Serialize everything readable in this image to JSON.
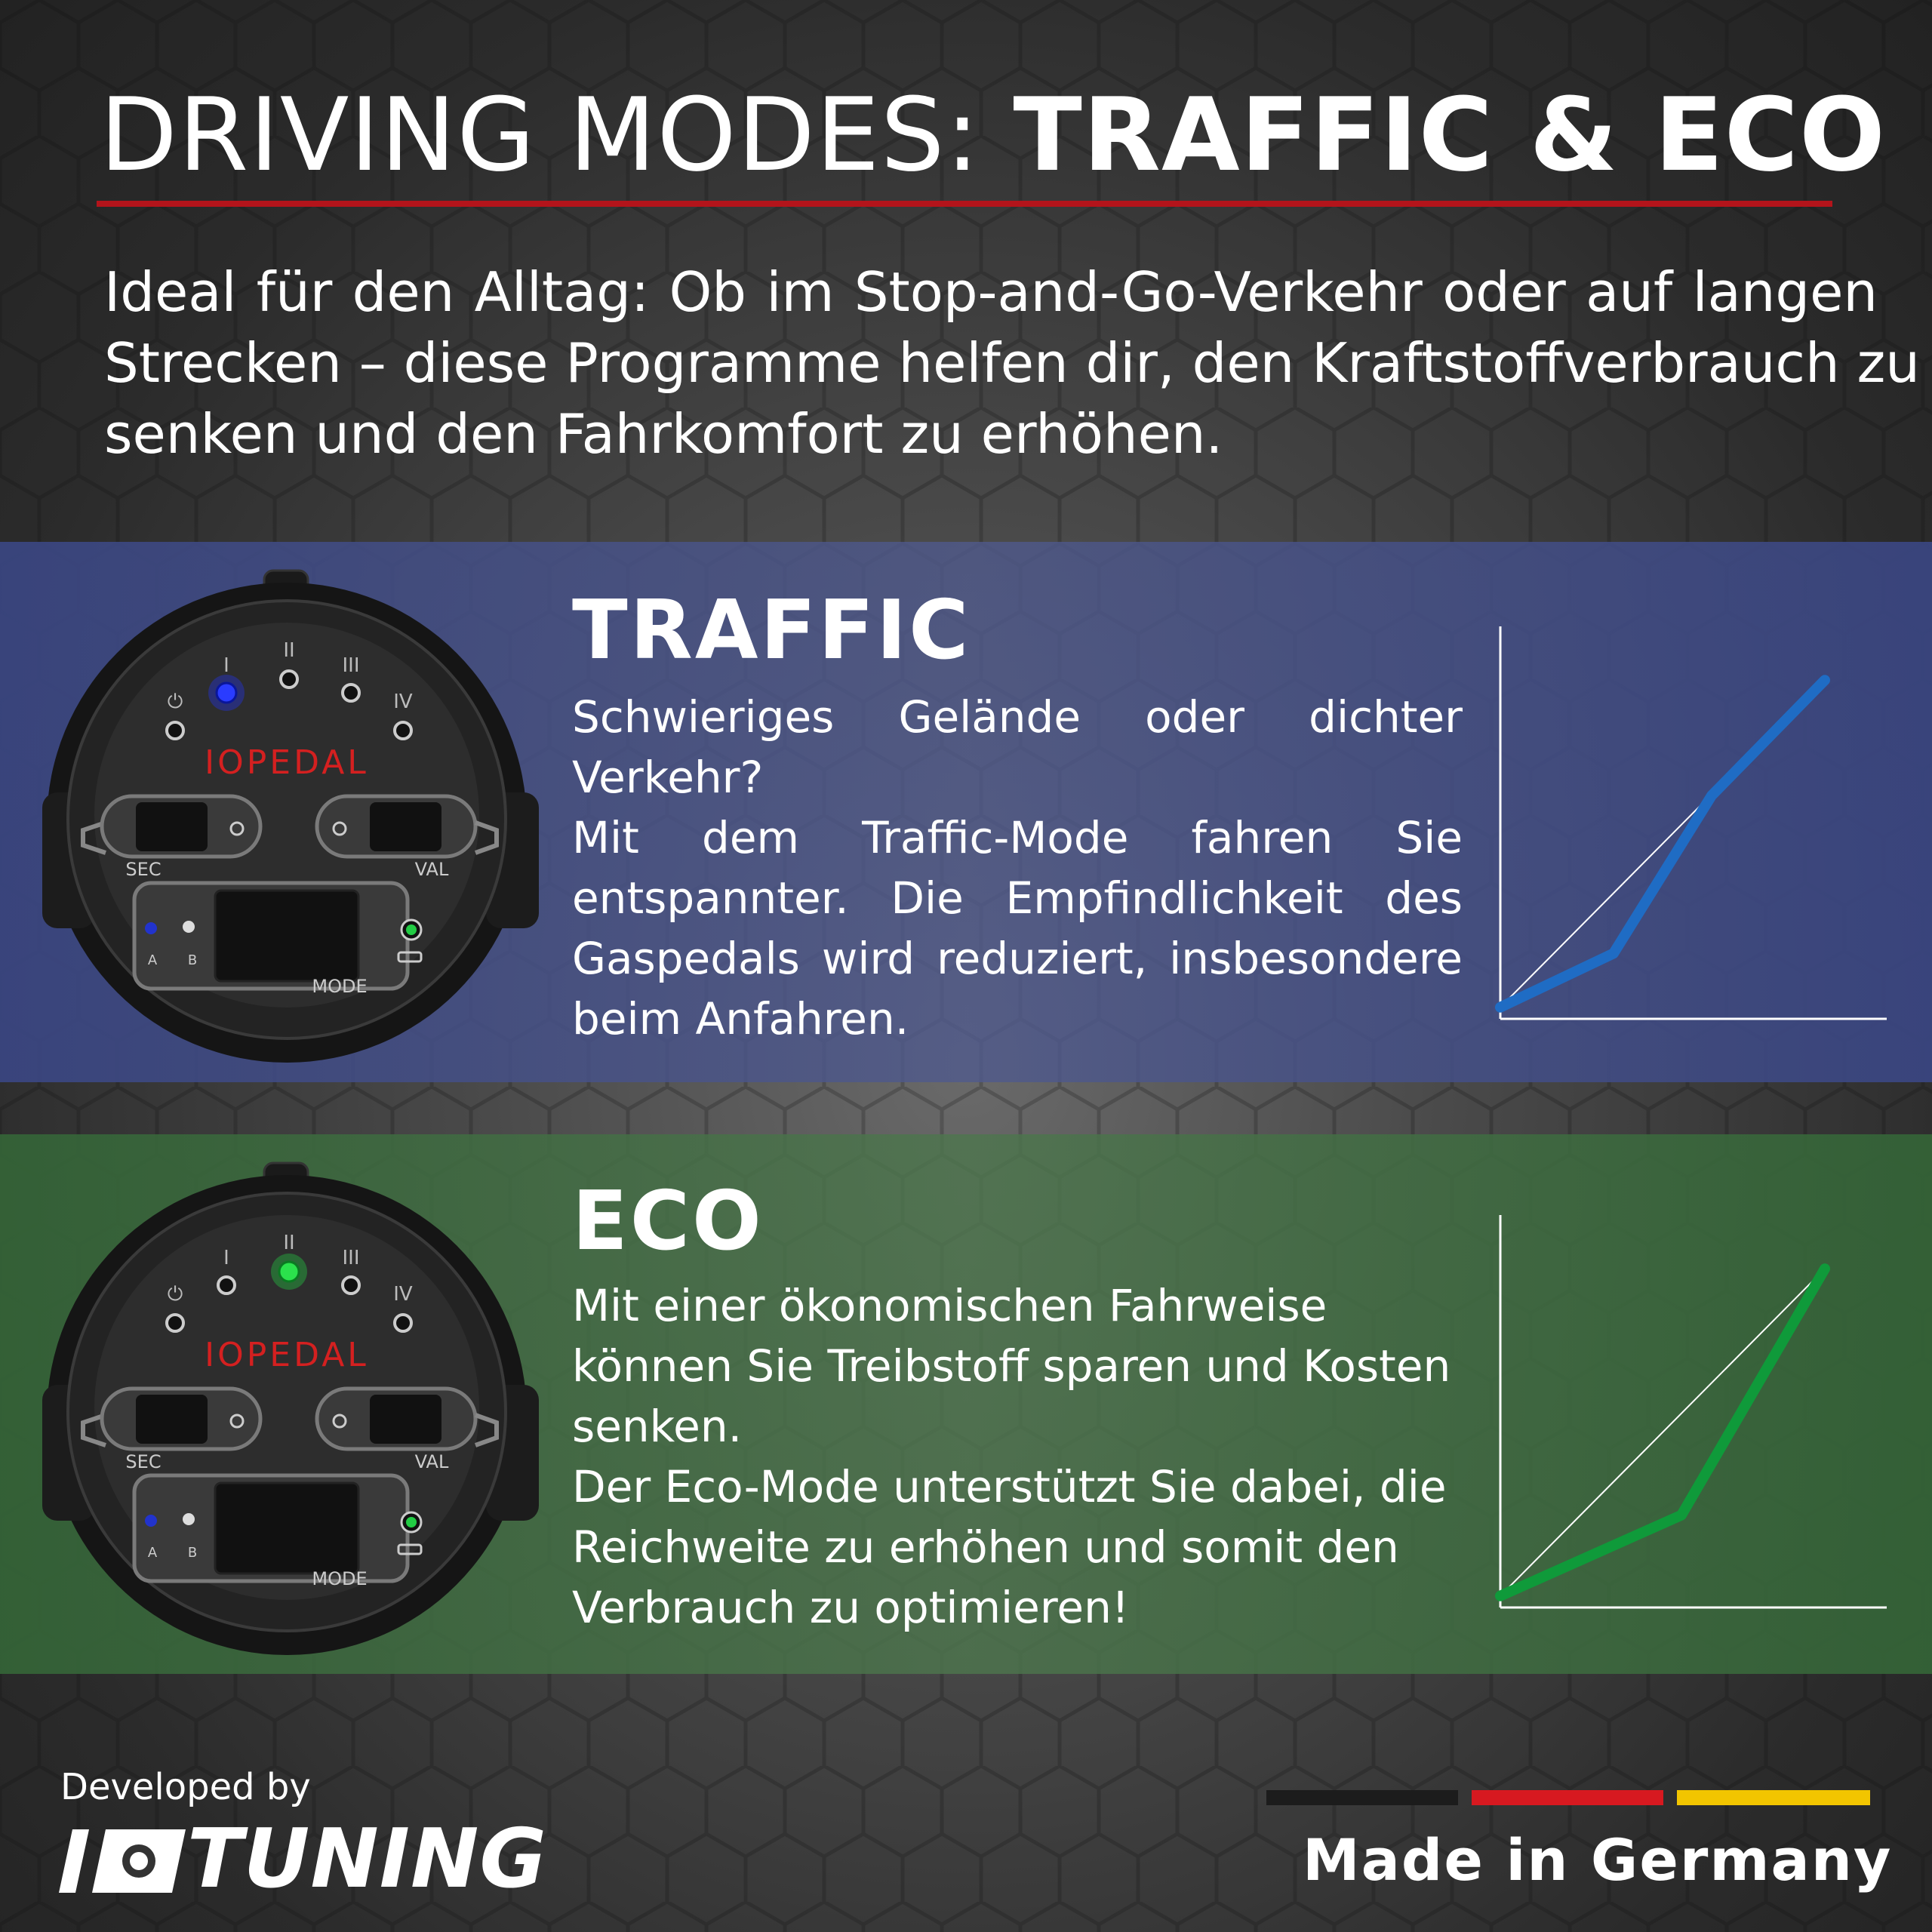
{
  "header": {
    "title_light": "DRIVING MODES: ",
    "title_bold": "TRAFFIC & ECO",
    "intro_lines": [
      "Ideal für den Alltag: Ob im Stop-and-Go-Verkehr oder auf langen",
      "Strecken – diese Programme helfen dir, den Kraftstoffverbrauch zu",
      "senken und den Fahrkomfort zu erhöhen."
    ]
  },
  "device_labels": {
    "brand": "IOPEDAL",
    "sec": "SEC",
    "val": "VAL",
    "mode": "MODE",
    "pos_power": "⏻",
    "pos_1": "I",
    "pos_2": "II",
    "pos_3": "III",
    "pos_4": "IV",
    "a": "A",
    "b": "B"
  },
  "traffic": {
    "heading": "TRAFFIC",
    "lines": [
      "Schwieriges Gelände oder dichter",
      "Verkehr?",
      "Mit dem Traffic-Mode fahren Sie",
      "entspannter. Die Empfindlichkeit des",
      "Gaspedals wird reduziert, insbesondere",
      "beim Anfahren."
    ],
    "accent_color": "#1f6cc4",
    "active_led": "I",
    "led_color": "#2233ff"
  },
  "eco": {
    "heading": "ECO",
    "lines": [
      "Mit einer ökonomischen Fahrweise",
      "können Sie Treibstoff sparen und Kosten",
      "senken.",
      "Der Eco-Mode unterstützt Sie dabei, die",
      "Reichweite zu erhöhen und somit den",
      "Verbrauch zu optimieren!"
    ],
    "accent_color": "#0f9a3a",
    "active_led": "II",
    "led_color": "#22dd44"
  },
  "chart_data": [
    {
      "type": "line",
      "title": "",
      "xlabel": "",
      "ylabel": "",
      "xlim": [
        0,
        1
      ],
      "ylim": [
        0,
        1
      ],
      "series": [
        {
          "values": [
            [
              0,
              0.03
            ],
            [
              0.3,
              0.17
            ],
            [
              0.56,
              0.58
            ],
            [
              0.86,
              0.88
            ]
          ]
        },
        {
          "values": [
            [
              0,
              0.03
            ],
            [
              0.86,
              0.88
            ]
          ]
        }
      ]
    },
    {
      "type": "line",
      "title": "",
      "xlabel": "",
      "ylabel": "",
      "xlim": [
        0,
        1
      ],
      "ylim": [
        0,
        1
      ],
      "series": [
        {
          "values": [
            [
              0,
              0.03
            ],
            [
              0.48,
              0.24
            ],
            [
              0.86,
              0.88
            ]
          ]
        },
        {
          "values": [
            [
              0,
              0.03
            ],
            [
              0.86,
              0.88
            ]
          ]
        }
      ]
    }
  ],
  "footer": {
    "developed_by": "Developed by",
    "brand_logo": "TUNING",
    "made_in": "Made in Germany",
    "flag_colors": [
      "#1c1c1c",
      "#d71920",
      "#f2c500"
    ]
  }
}
